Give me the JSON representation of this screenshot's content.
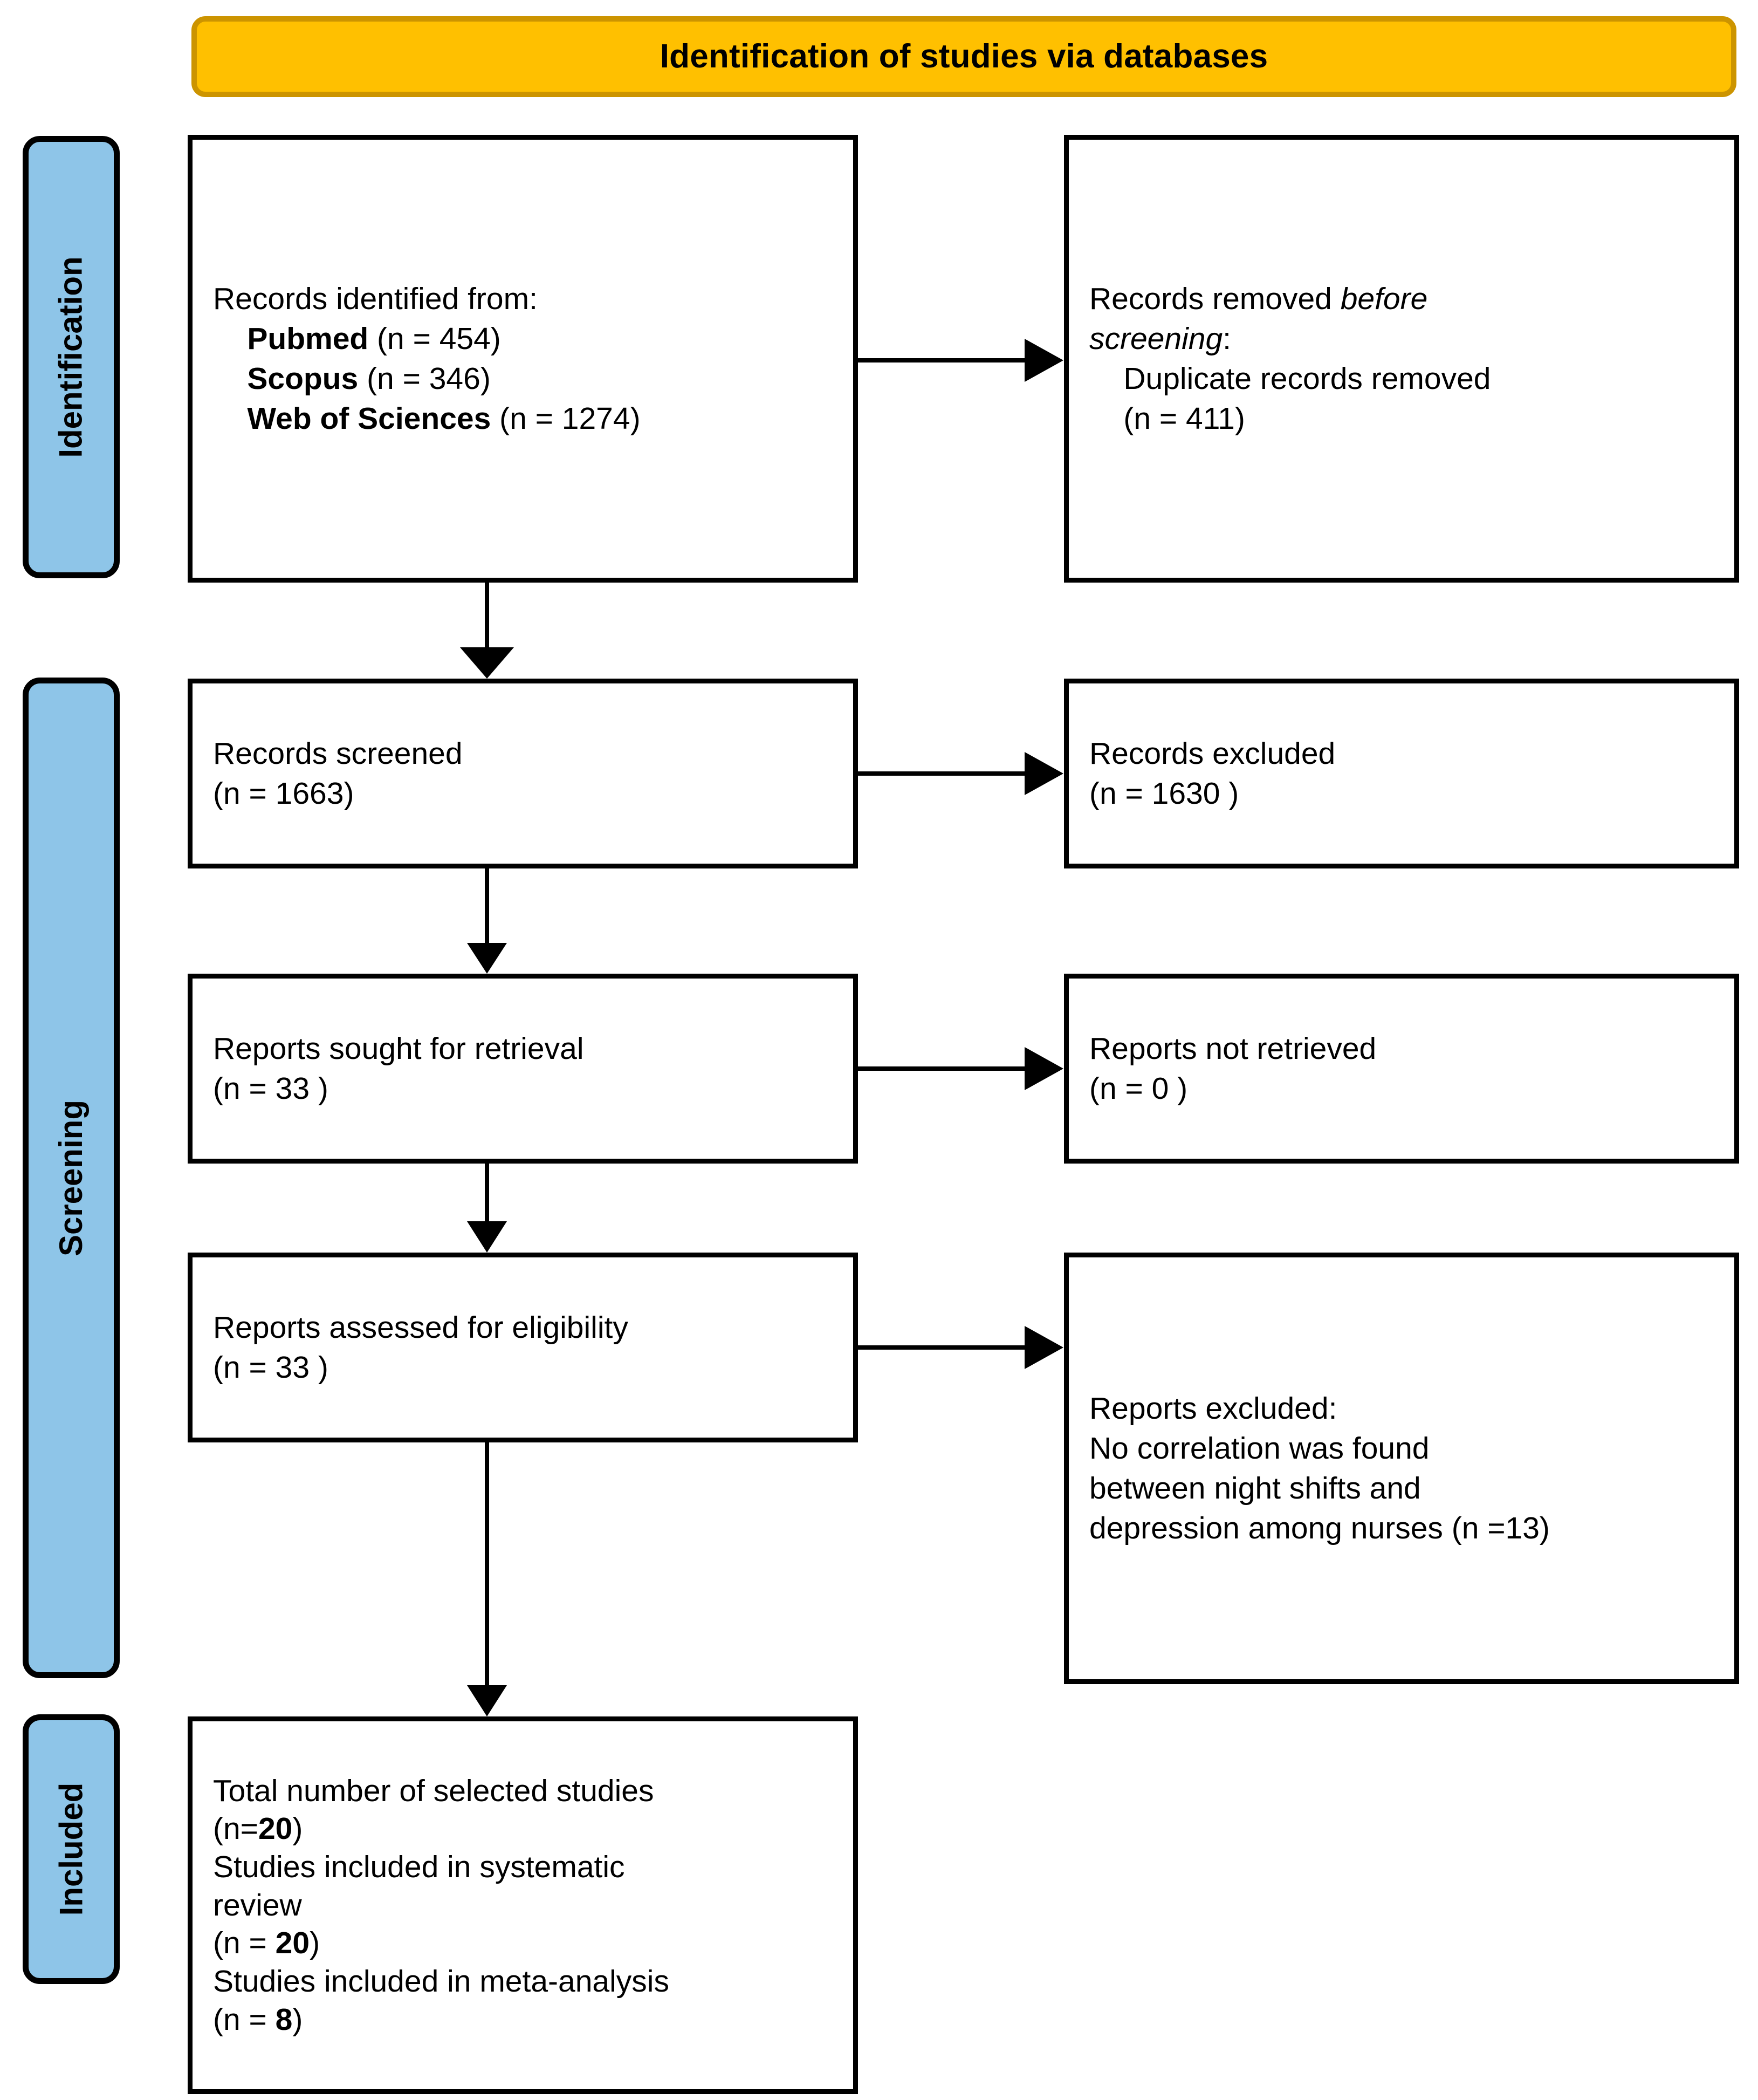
{
  "banner": {
    "title": "Identification of studies via databases"
  },
  "stages": [
    {
      "name": "identification",
      "label": "Identification"
    },
    {
      "name": "screening",
      "label": "Screening"
    },
    {
      "name": "included",
      "label": "Included"
    }
  ],
  "boxes": {
    "records_identified": {
      "line1": "Records identified from:",
      "source1_name": "    Pubmed",
      "source1_count": " (n = 454)",
      "source2_name": "    Scopus",
      "source2_count": " (n = 346)",
      "source3_name": "    Web of Sciences",
      "source3_count": " (n = 1274)"
    },
    "records_removed": {
      "line1_plain": "Records removed ",
      "line1_italic": "before",
      "line2_italic": "screening",
      "line2_plain": ":",
      "line3": "    Duplicate records removed",
      "line4": "    (n = 411)"
    },
    "records_screened": {
      "line1": "Records screened",
      "line2": "(n = 1663)"
    },
    "records_excluded": {
      "line1": "Records excluded",
      "line2": "(n = 1630 )"
    },
    "reports_sought": {
      "line1": "Reports sought for retrieval",
      "line2": "(n = 33 )"
    },
    "reports_not_retrieved": {
      "line1": "Reports not retrieved",
      "line2": "(n = 0 )"
    },
    "reports_assessed": {
      "line1": "Reports assessed for eligibility",
      "line2": "(n = 33 )"
    },
    "reports_excluded": {
      "line1": "Reports excluded:",
      "line2": "No correlation was found",
      "line3": "between night shifts and",
      "line4": "depression among nurses (n =13)"
    },
    "studies_included": {
      "line1": "Total number of selected studies",
      "line2_plain": "(n=",
      "line2_bold": "20",
      "line2_tail": ")",
      "line3": "Studies included in systematic",
      "line4": "review",
      "line5_plain": "(n = ",
      "line5_bold": "20",
      "line5_tail": ")",
      "line6": "Studies included in meta-analysis",
      "line7_plain": "(n = ",
      "line7_bold": "8",
      "line7_tail": ")"
    }
  },
  "colors": {
    "banner_fill": "#ffc000",
    "banner_border": "#cc9400",
    "stage_fill": "#8ec5e8",
    "line": "#000000"
  }
}
